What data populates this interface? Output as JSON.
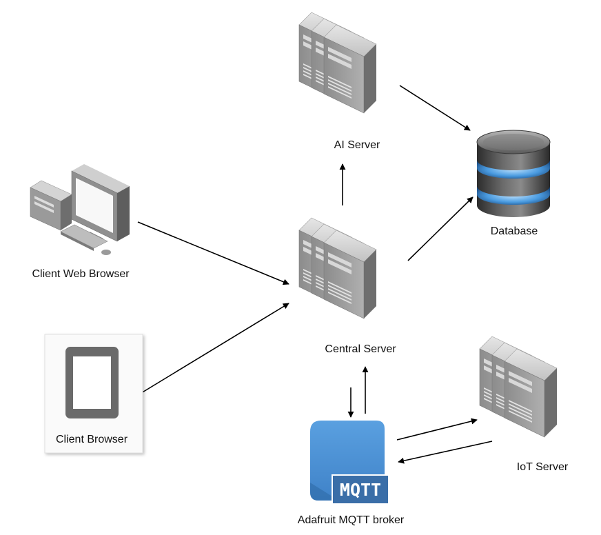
{
  "nodes": {
    "ai_server": {
      "label": "AI Server",
      "icon": "server-stack-icon"
    },
    "database": {
      "label": "Database",
      "icon": "database-icon"
    },
    "client_web_browser": {
      "label": "Client Web Browser",
      "icon": "desktop-computer-icon"
    },
    "central_server": {
      "label": "Central Server",
      "icon": "server-stack-icon"
    },
    "client_browser": {
      "label": "Client Browser",
      "icon": "tablet-icon"
    },
    "iot_server": {
      "label": "IoT Server",
      "icon": "server-stack-icon"
    },
    "mqtt_broker": {
      "label": "Adafruit MQTT broker",
      "icon": "mqtt-icon",
      "badge": "MQTT"
    }
  },
  "connections": [
    {
      "from": "client_web_browser",
      "to": "central_server"
    },
    {
      "from": "client_browser",
      "to": "central_server"
    },
    {
      "from": "central_server",
      "to": "ai_server"
    },
    {
      "from": "ai_server",
      "to": "database"
    },
    {
      "from": "central_server",
      "to": "database"
    },
    {
      "from": "central_server",
      "to": "mqtt_broker"
    },
    {
      "from": "mqtt_broker",
      "to": "central_server"
    },
    {
      "from": "mqtt_broker",
      "to": "iot_server"
    },
    {
      "from": "iot_server",
      "to": "mqtt_broker"
    }
  ],
  "colors": {
    "server_front": "#8f8f8f",
    "server_side": "#6e6e6e",
    "server_top": "#d2d2d2",
    "mqtt_blue": "#4a8fd2",
    "mqtt_badge": "#3b74b4",
    "db_band": "#6fb6f0",
    "arrow": "#000000"
  }
}
